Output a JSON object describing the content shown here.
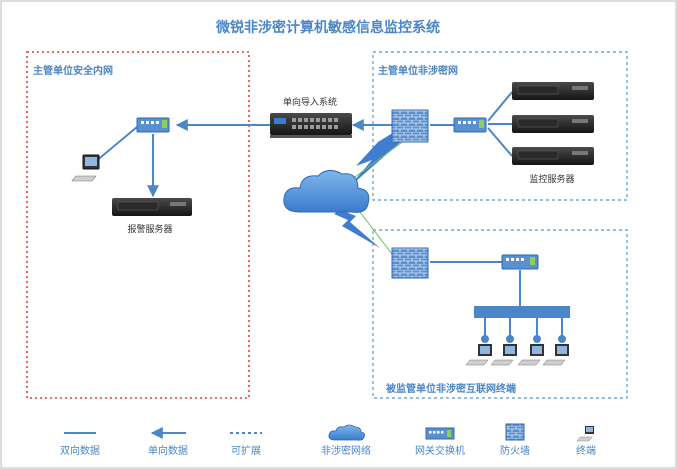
{
  "title": "微锐非涉密计算机敏感信息监控系统",
  "zones": {
    "left": "主管单位安全内网",
    "right_top": "主管单位非涉密网",
    "right_bottom": "被监管单位非涉密互联网终端"
  },
  "devices": {
    "one_way_import": "单向导入系统",
    "monitor_server": "监控服务器",
    "alarm_server": "报警服务器"
  },
  "legend": {
    "bidirectional": "双向数据",
    "unidirectional": "单向数据",
    "extensible": "可扩展",
    "network": "非涉密网络",
    "switch": "网关交换机",
    "firewall": "防火墙",
    "terminal": "终端"
  },
  "colors": {
    "title": "#4a86c8",
    "line": "#4a86c8",
    "left_border": "#e04040",
    "right_border": "#6aaad8"
  }
}
